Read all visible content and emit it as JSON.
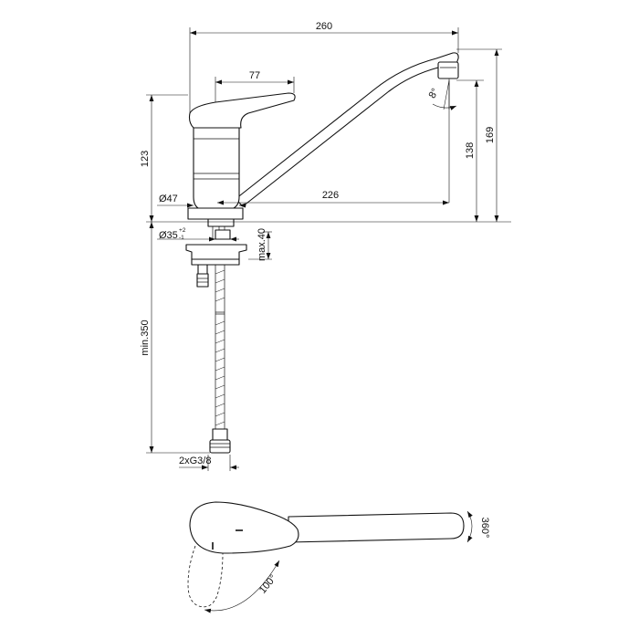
{
  "dimensions": {
    "overall_reach": "260",
    "lever_length": "77",
    "body_height": "123",
    "spout_height_top": "169",
    "spout_outlet_height": "138",
    "spout_reach": "226",
    "body_diameter": "Ø47",
    "hole_diameter": "Ø35",
    "hole_tolerance_upper": "+2",
    "hole_tolerance_lower": "-1",
    "max_deck_thickness": "max.40",
    "hose_length": "min.350",
    "connection": "2xG3/8",
    "outlet_angle": "8°",
    "spout_rotation": "360°",
    "lever_rotation": "100°"
  }
}
